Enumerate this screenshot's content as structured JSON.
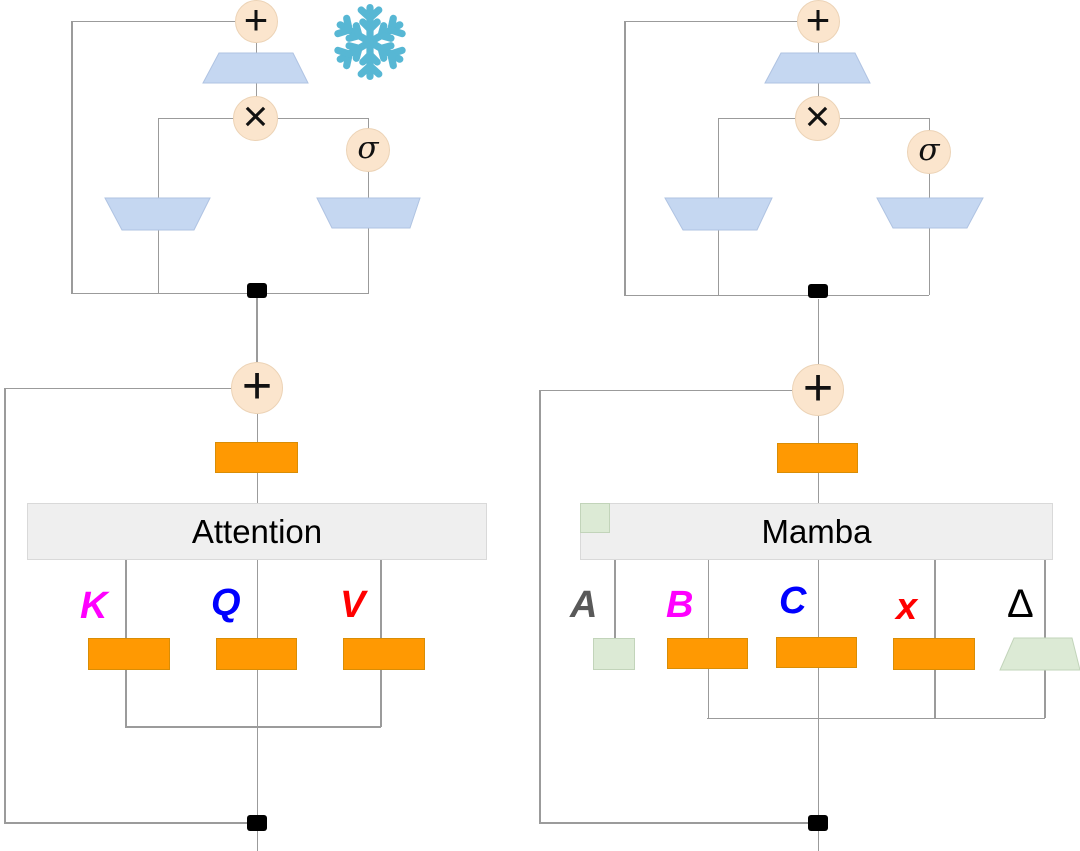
{
  "glyphs": {
    "plus": "+",
    "times": "×",
    "sigma": "σ"
  },
  "icons": {
    "snowflake_color": "#57b7d4"
  },
  "attention_block": {
    "title": "Attention",
    "inputs": [
      {
        "label": "K",
        "color": "#ff00ff"
      },
      {
        "label": "Q",
        "color": "#0000ff"
      },
      {
        "label": "V",
        "color": "#ff0000"
      }
    ]
  },
  "mamba_block": {
    "title": "Mamba",
    "inputs": [
      {
        "label": "A",
        "color": "#595959"
      },
      {
        "label": "B",
        "color": "#ff00ff"
      },
      {
        "label": "C",
        "color": "#0000ff"
      },
      {
        "label": "x",
        "color": "#ff0000"
      },
      {
        "label": "Δ",
        "color": "#000000"
      }
    ]
  },
  "colors": {
    "operator_circle_fill": "#fbe5cd",
    "projection_blue": "#c5d7f1",
    "linear_orange": "#ff9902",
    "block_bar_gray": "#efefef",
    "ssm_green": "#dcead5",
    "connector_gray": "#9b9b9b"
  }
}
